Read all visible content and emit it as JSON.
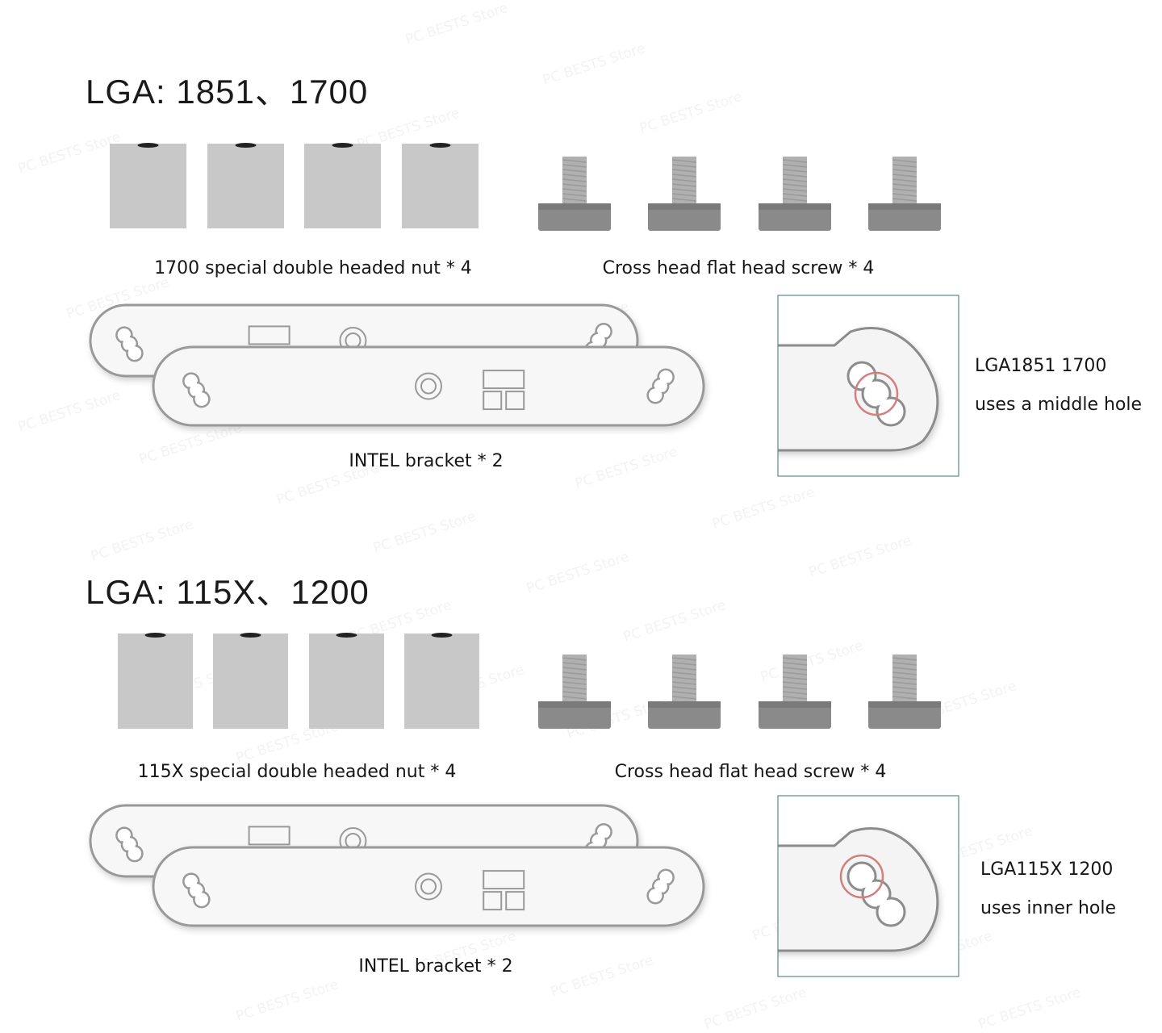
{
  "watermark": "PC BESTS Store",
  "colors": {
    "part": "#c8c8c8",
    "screw_head": "#8a8a8a",
    "screw_shaft": "#b0b0b0",
    "outline": "#999999",
    "inset_border": "#5a8a8c",
    "highlight": "#d08080"
  },
  "sections": [
    {
      "title": "LGA:  1851、1700",
      "nut_label": "1700 special double headed nut * 4",
      "screw_label": "Cross head flat head screw * 4",
      "bracket_label": "INTEL bracket * 2",
      "inset_line1": "LGA1851 1700",
      "inset_line2": "uses a middle hole",
      "highlighted_hole": "middle"
    },
    {
      "title": "LGA:  115X、1200",
      "nut_label": "115X special double headed nut * 4",
      "screw_label": "Cross head flat head screw * 4",
      "bracket_label": "INTEL bracket * 2",
      "inset_line1": "LGA115X 1200",
      "inset_line2": "uses inner hole",
      "highlighted_hole": "inner"
    }
  ]
}
